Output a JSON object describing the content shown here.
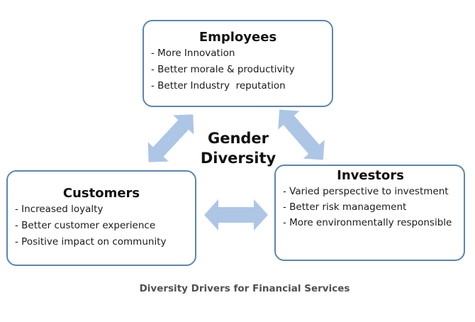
{
  "diagram": {
    "center_label_line1": "Gender",
    "center_label_line2": "Diversity",
    "caption": "Diversity Drivers for Financial Services",
    "colors": {
      "box_border": "#5a86b2",
      "arrow_fill": "#adc6e6",
      "caption_text": "#505050"
    },
    "boxes": {
      "employees": {
        "title": "Employees",
        "items": [
          "- More Innovation",
          "- Better morale & productivity",
          "- Better Industry  reputation"
        ]
      },
      "investors": {
        "title": "Investors",
        "items": [
          "- Varied perspective to investment",
          "- Better risk management",
          "- More environmentally responsible"
        ]
      },
      "customers": {
        "title": "Customers",
        "items": [
          "- Increased loyalty",
          "- Better customer experience",
          "- Positive impact on community"
        ]
      }
    },
    "arrows": [
      {
        "from": "employees",
        "to": "customers",
        "type": "bidirectional"
      },
      {
        "from": "employees",
        "to": "investors",
        "type": "bidirectional"
      },
      {
        "from": "customers",
        "to": "investors",
        "type": "bidirectional"
      }
    ]
  }
}
